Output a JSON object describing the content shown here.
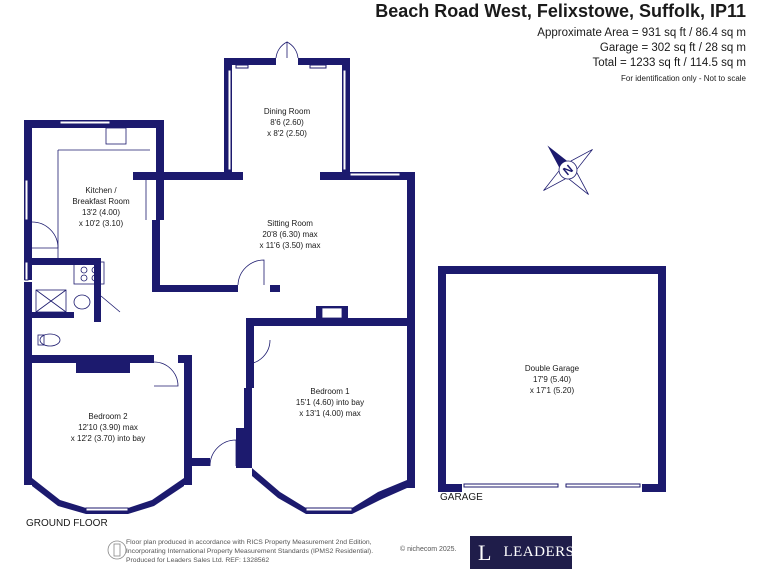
{
  "header": {
    "title": "Beach Road West, Felixstowe, Suffolk, IP11",
    "approx_area": "Approximate Area = 931 sq ft / 86.4 sq m",
    "garage_area": "Garage = 302 sq ft / 28 sq m",
    "total_area": "Total = 1233 sq ft / 114.5 sq m",
    "disclaimer": "For identification only - Not to scale"
  },
  "rooms": {
    "dining": {
      "name": "Dining Room",
      "dim1": "8'6 (2.60)",
      "dim2": "x 8'2 (2.50)"
    },
    "kitchen": {
      "name": "Kitchen /",
      "name2": "Breakfast Room",
      "dim1": "13'2 (4.00)",
      "dim2": "x 10'2 (3.10)"
    },
    "sitting": {
      "name": "Sitting Room",
      "dim1": "20'8 (6.30) max",
      "dim2": "x 11'6 (3.50) max"
    },
    "bedroom1": {
      "name": "Bedroom 1",
      "dim1": "15'1 (4.60) into bay",
      "dim2": "x 13'1 (4.00) max"
    },
    "bedroom2": {
      "name": "Bedroom 2",
      "dim1": "12'10 (3.90) max",
      "dim2": "x 12'2 (3.70) into bay"
    },
    "garage": {
      "name": "Double Garage",
      "dim1": "17'9 (5.40)",
      "dim2": "x 17'1 (5.20)"
    }
  },
  "compass": {
    "letter": "N"
  },
  "floors": {
    "ground": "GROUND FLOOR",
    "garage": "GARAGE"
  },
  "footer": {
    "line1": "Floor plan produced in accordance with RICS Property Measurement 2nd Edition,",
    "line2": "Incorporating International Property Measurement Standards (IPMS2 Residential).",
    "line3": "Produced for Leaders Sales Ltd.   REF:  1328562",
    "ncom": "© nichecom 2025."
  },
  "logo": {
    "letter": "L",
    "text": "LEADERS"
  },
  "colors": {
    "wall": "#1c1a6e",
    "logo_bg": "#1f1d4a"
  }
}
